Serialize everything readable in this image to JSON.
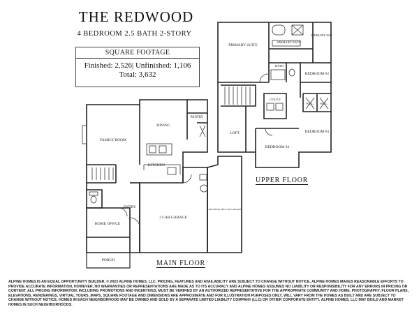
{
  "header": {
    "title": "THE REDWOOD",
    "subtitle": "4 BEDROOM  2.5 BATH  2-STORY"
  },
  "square_footage": {
    "heading": "SQUARE FOOTAGE",
    "finished": "Finished: 2,526",
    "unfinished": "Unfinished: 1,106",
    "total": "Total: 3,632"
  },
  "main_floor": {
    "label": "MAIN FLOOR",
    "rooms": {
      "family_room": "FAMILY ROOM",
      "dining": "DINING",
      "pantry": "PANTRY",
      "kitchen": "KITCHEN",
      "entry": "ENTRY",
      "garage": "2 CAR GARAGE",
      "optional_garage": "OPTIONAL 3RD CAR GARAGE",
      "home_office": "HOME OFFICE",
      "porch": "PORCH"
    }
  },
  "upper_floor": {
    "label": "UPPER FLOOR",
    "rooms": {
      "primary_suite": "PRIMARY SUITE",
      "primary_bath": "PRIMARY BATH",
      "primary_wic": "PRIMARY WIC",
      "bath": "BATH",
      "bedroom2": "BEDROOM #2",
      "utility": "UTILITY",
      "wic1": "W.I.C.",
      "wic2": "W.I.C.",
      "loft": "LOFT",
      "bedroom3": "BEDROOM #3",
      "bedroom4": "BEDROOM #4"
    }
  },
  "disclaimer": "ALPINE HOMES IS AN EQUAL OPPORTUNITY BUILDER. © 2023 ALPINE HOMES, LLC. PRICING, FEATURES AND AVAILABILITY ARE SUBJECT TO CHANGE WITHOUT NOTICE. ALPINE HOMES MAKES REASONABLE EFFORTS TO PROVIDE ACCURATE INFORMATION, HOWEVER, NO WARRANTIES OR REPRESENTATIONS ARE MADE AS TO ITS ACCURACY AND ALPINE HOMES ASSUMES NO LIABILITY OR RESPONSIBILITY FOR ANY ERRORS IN PRICING OR CONTENT. ALL PRICING INFORMATION, INCLUDING PROMOTIONS AND INCENTIVES, MUST BE VERIFIED BY AN AUTHORIZED REPRESENTATIVE FOR THE APPROPRIATE COMMUNITY AND HOME. PHOTOGRAPHY, FLOOR PLANS, ELEVATIONS, RENDERINGS, VIRTUAL TOURS, MAPS, SQUARE FOOTAGE AND DIMENSIONS ARE APPROXIMATE AND FOR ILLUSTRATION PURPOSES ONLY, WILL VARY FROM THE HOMES AS BUILT AND ARE SUBJECT TO CHANGE WITHOUT NOTICE. HOMES IN EACH NEIGHBORHOOD MAY BE OWNED AND SOLD BY A SEPARATE LIMITED LIABILITY COMPANY (LLC) OR OTHER CORPORATE ENTITY. ALPINE HOMES, LLC MAY BUILD AND MARKET HOMES IN SUCH NEIGHBORHOODS."
}
